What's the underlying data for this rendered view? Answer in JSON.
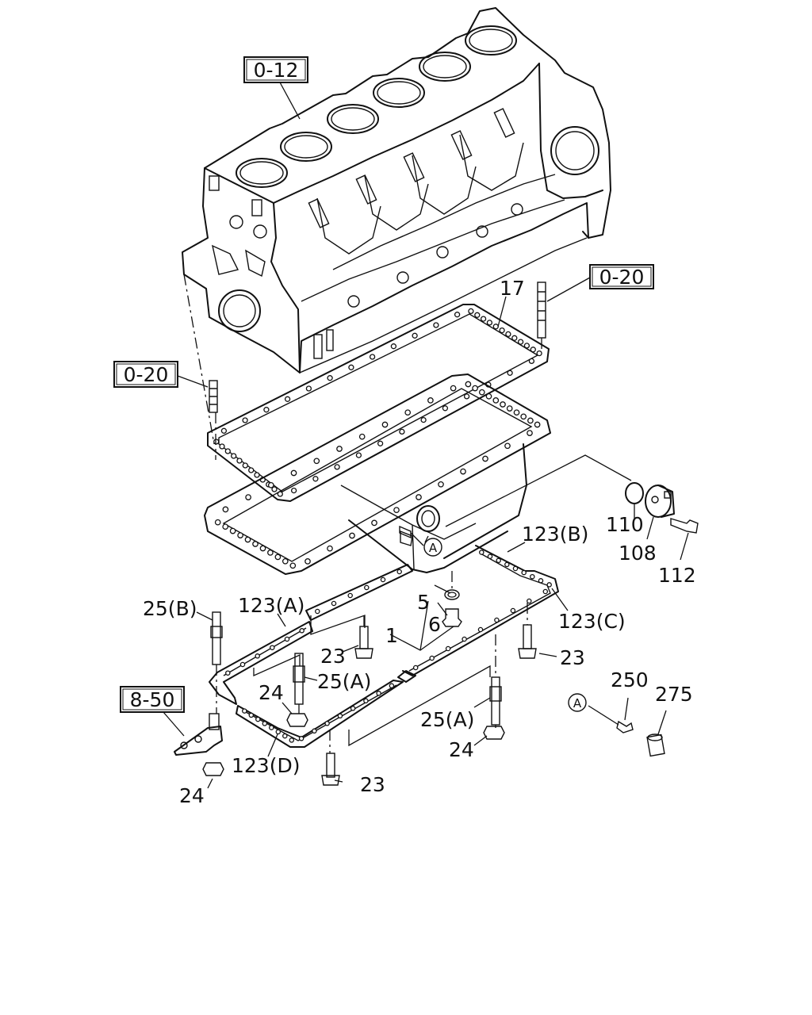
{
  "refs": {
    "block": "0-12",
    "dowel_right": "0-20",
    "dowel_left": "0-20",
    "bracket": "8-50"
  },
  "parts": {
    "p17": "17",
    "p110": "110",
    "p108": "108",
    "p112": "112",
    "p123b": "123(B)",
    "p123a": "123(A)",
    "p123c": "123(C)",
    "p123d": "123(D)",
    "p25b": "25(B)",
    "p25a_1": "25(A)",
    "p25a_2": "25(A)",
    "p5": "5",
    "p6": "6",
    "p1": "1",
    "p23_1": "23",
    "p23_2": "23",
    "p23_3": "23",
    "p24_1": "24",
    "p24_2": "24",
    "p24_3": "24",
    "p250": "250",
    "p275": "275"
  },
  "markers": {
    "a_on_pan": "A",
    "a_detail": "A"
  }
}
